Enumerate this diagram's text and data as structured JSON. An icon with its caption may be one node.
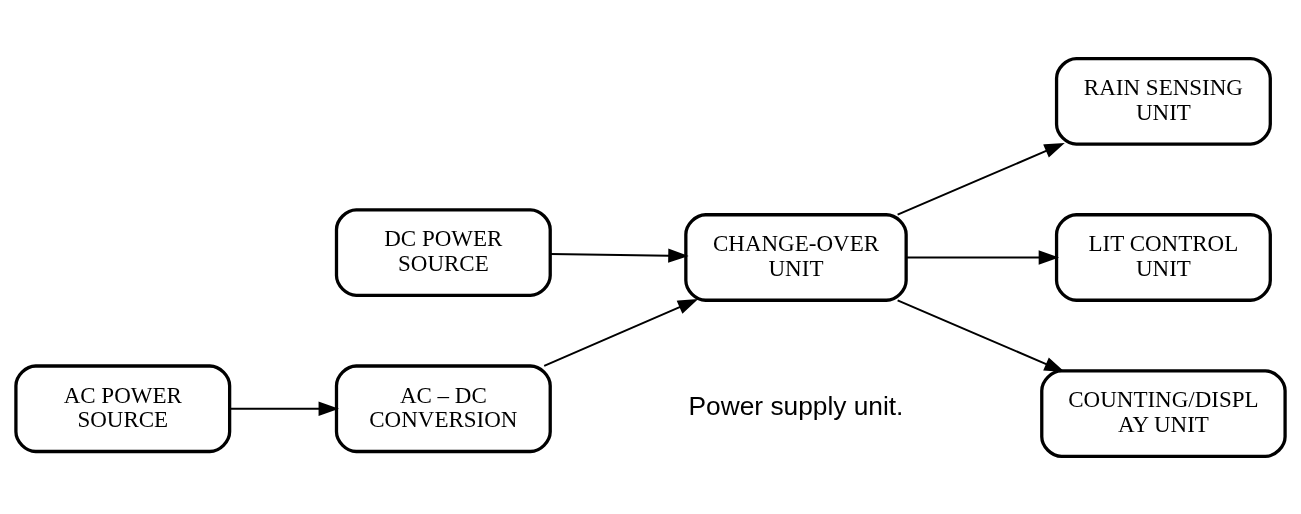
{
  "diagram": {
    "nodes": [
      {
        "text": [
          "AC POWER SOURCE"
        ]
      },
      {
        "text": [
          "AC – DC CONVERSION"
        ]
      },
      {
        "text": [
          "DC POWER SOURCE"
        ]
      },
      {
        "text": [
          "CHANGE-OVER UNIT"
        ]
      },
      {
        "text": [
          "RAIN SENSING UNIT"
        ]
      },
      {
        "text": [
          "LIT CONTROL UNIT"
        ]
      },
      {
        "text": [
          "COUNTING/DISPL AY UNIT"
        ]
      }
    ],
    "edges": [
      {
        "from": 0,
        "to": 1,
        "arrow": "to"
      },
      {
        "from": 1,
        "to": 3,
        "arrow": "to"
      },
      {
        "from": 2,
        "to": 3,
        "arrow": "to"
      },
      {
        "from": 3,
        "to": 4,
        "arrow": "to"
      },
      {
        "from": 3,
        "to": 5,
        "arrow": "to"
      },
      {
        "from": 3,
        "to": 6,
        "arrow": "to"
      }
    ],
    "labels": [
      "Power supply unit."
    ]
  }
}
